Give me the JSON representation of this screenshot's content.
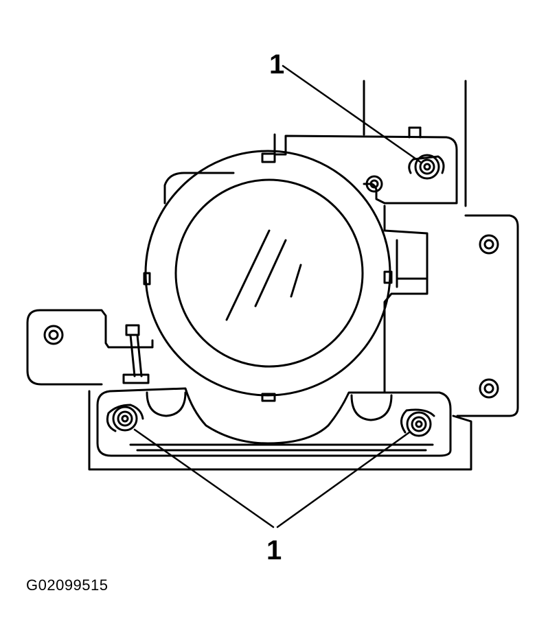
{
  "diagram": {
    "callouts": [
      {
        "id": "top",
        "label": "1",
        "target": "upper-right-bolt"
      },
      {
        "id": "bottom",
        "label": "1",
        "targets": [
          "lower-left-bolt",
          "lower-right-bolt"
        ]
      }
    ],
    "figure_id": "G02099515",
    "colors": {
      "line": "#000000",
      "background": "#ffffff"
    }
  }
}
